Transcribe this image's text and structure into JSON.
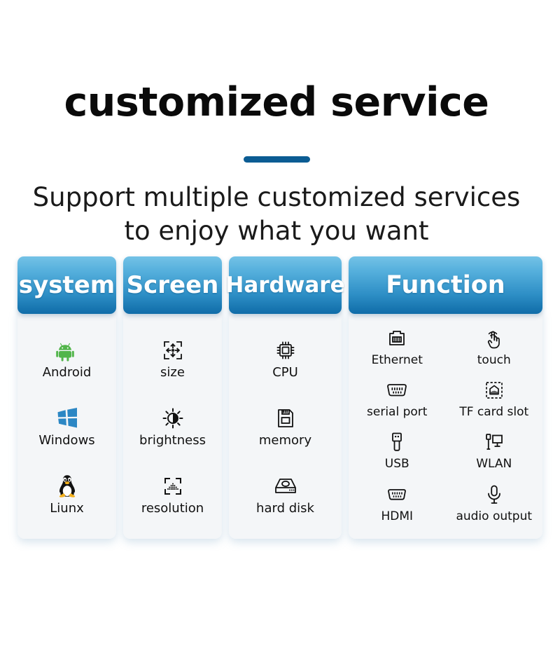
{
  "header": {
    "title": "customized service",
    "subtitle_line1": "Support multiple customized services",
    "subtitle_line2": "to enjoy what you want",
    "divider_color": "#0b5c93"
  },
  "theme": {
    "header_gradient_top": "#74c2e6",
    "header_gradient_bottom": "#0f6ca8",
    "card_body_bg": "#f4f6f8",
    "page_bg": "#ffffff",
    "text_color": "#111111",
    "android_green": "#52b54b",
    "windows_blue": "#2c87c4",
    "tux_yellow": "#f2b01e"
  },
  "columns": [
    {
      "id": "system",
      "header": "system",
      "layout": "list",
      "items": [
        {
          "label": "Android",
          "icon": "android-icon"
        },
        {
          "label": "Windows",
          "icon": "windows-icon"
        },
        {
          "label": "Liunx",
          "icon": "linux-penguin-icon"
        }
      ]
    },
    {
      "id": "screen",
      "header": "Screen",
      "layout": "list",
      "items": [
        {
          "label": "size",
          "icon": "resize-arrows-icon"
        },
        {
          "label": "brightness",
          "icon": "brightness-sun-icon"
        },
        {
          "label": "resolution",
          "icon": "resolution-frame-icon"
        }
      ]
    },
    {
      "id": "hardware",
      "header": "Hardware",
      "layout": "list",
      "items": [
        {
          "label": "CPU",
          "icon": "cpu-chip-icon"
        },
        {
          "label": "memory",
          "icon": "memory-card-icon"
        },
        {
          "label": "hard disk",
          "icon": "hard-disk-icon"
        }
      ]
    },
    {
      "id": "function",
      "header": "Function",
      "layout": "grid",
      "items": [
        {
          "label": "Ethernet",
          "icon": "ethernet-port-icon"
        },
        {
          "label": "touch",
          "icon": "touch-hand-icon"
        },
        {
          "label": "serial port",
          "icon": "serial-port-icon"
        },
        {
          "label": "TF card slot",
          "icon": "tf-card-slot-icon"
        },
        {
          "label": "USB",
          "icon": "usb-icon"
        },
        {
          "label": "WLAN",
          "icon": "wlan-icon"
        },
        {
          "label": "HDMI",
          "icon": "hdmi-port-icon"
        },
        {
          "label": "audio output",
          "icon": "audio-output-icon"
        }
      ]
    }
  ]
}
